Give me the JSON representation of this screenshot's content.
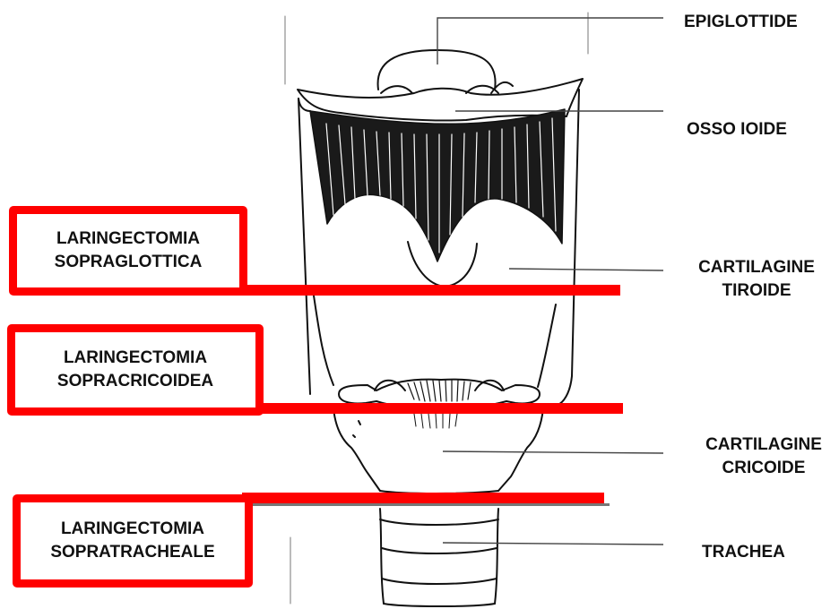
{
  "diagram": {
    "anatomy_labels": {
      "epiglottis": "EPIGLOTTIDE",
      "hyoid": "OSSO IOIDE",
      "thyroid": [
        "CARTILAGINE",
        "TIROIDE"
      ],
      "cricoid": [
        "CARTILAGINE",
        "CRICOIDE"
      ],
      "trachea": "TRACHEA"
    },
    "procedures": [
      [
        "LARINGECTOMIA",
        "SOPRAGLOTTICA"
      ],
      [
        "LARINGECTOMIA",
        "SOPRACRICOIDEA"
      ],
      [
        "LARINGECTOMIA",
        "SOPRATRACHEALE"
      ]
    ],
    "colors": {
      "cut_line": "#ff0000",
      "outline": "#111111",
      "leader": "#444444"
    }
  }
}
